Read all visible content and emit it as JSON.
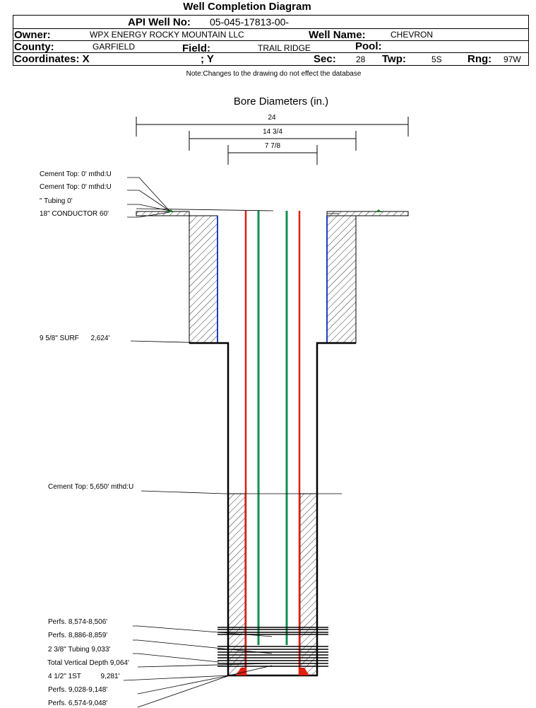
{
  "title": "Well Completion Diagram",
  "header": {
    "api_label": "API Well No:",
    "api_value": "05-045-17813-00-",
    "owner_label": "Owner:",
    "owner_value": "WPX ENERGY ROCKY MOUNTAIN LLC",
    "well_name_label": "Well Name:",
    "well_name_value": "CHEVRON",
    "county_label": "County:",
    "county_value": "GARFIELD",
    "field_label": "Field:",
    "field_value": "TRAIL RIDGE",
    "pool_label": "Pool:",
    "coord_x_label": "Coordinates: X",
    "coord_y_label": "; Y",
    "sec_label": "Sec:",
    "sec_value": "28",
    "twp_label": "Twp:",
    "twp_value": "5S",
    "rng_label": "Rng:",
    "rng_value": "97W"
  },
  "note": "Note:Changes to the drawing do not effect the database",
  "diagram": {
    "bore_title": "Bore Diameters (in.)",
    "diameters": [
      "24",
      "14 3/4",
      "7 7/8"
    ],
    "labels": [
      "Cement Top: 0' mthd:U",
      "Cement Top: 0' mthd:U",
      "\" Tubing 0'",
      "18\" CONDUCTOR  60'",
      "9 5/8\" SURF      2,624'",
      "Cement Top: 5,650' mthd:U",
      "Perfs. 8,574-8,506'",
      "Perfs. 8,886-8,859'",
      "2 3/8\" Tubing 9,033'",
      "Total Vertical Depth 9,064'",
      "4 1/2\" 1ST          9,281'",
      "Perfs. 9,028-9,148'",
      "Perfs. 6,574-9,048'"
    ],
    "colors": {
      "casing": "#1f3fbf",
      "tubing_red": "#e02010",
      "tubing_green": "#109050",
      "cement_marker": "#1a7a2a"
    }
  }
}
